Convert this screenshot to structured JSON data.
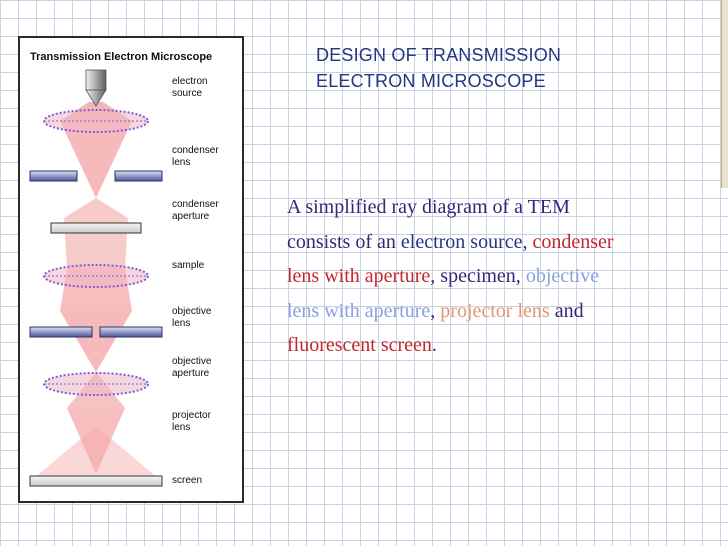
{
  "slide": {
    "title_line1": "DESIGN OF TRANSMISSION",
    "title_line2": "ELECTRON MICROSCOPE"
  },
  "diagram": {
    "title": "Transmission Electron Microscope",
    "labels": {
      "electron_source": "electron\nsource",
      "condenser_lens": "condenser\nlens",
      "condenser_aperture": "condenser\naperture",
      "sample": "sample",
      "objective_lens": "objective\nlens",
      "objective_aperture": "objective\naperture",
      "projector_lens": "projector\nlens",
      "screen": "screen"
    }
  },
  "body": {
    "segments": [
      {
        "text": "A simplified ray diagram of a TEM consists of an ",
        "color": "#3a2477"
      },
      {
        "text": "electron source",
        "color": "#26367f"
      },
      {
        "text": ", ",
        "color": "#3a2477"
      },
      {
        "text": "condenser lens with aperture",
        "color": "#c1272d"
      },
      {
        "text": ", specimen, ",
        "color": "#3a2477"
      },
      {
        "text": "objective lens with aperture",
        "color": "#8aa1e0"
      },
      {
        "text": ", ",
        "color": "#3a2477"
      },
      {
        "text": "projector lens",
        "color": "#e5956b"
      },
      {
        "text": " and ",
        "color": "#3a2477"
      },
      {
        "text": "fluorescent screen",
        "color": "#c1272d"
      },
      {
        "text": ".",
        "color": "#3a2477"
      }
    ]
  },
  "colors": {
    "background": "#ffffff",
    "grid": "#c9d3e6",
    "title": "#26367f",
    "beam": "#f4a8a8",
    "lens": "#7d5bd4",
    "aperture": "#6a78b8"
  }
}
